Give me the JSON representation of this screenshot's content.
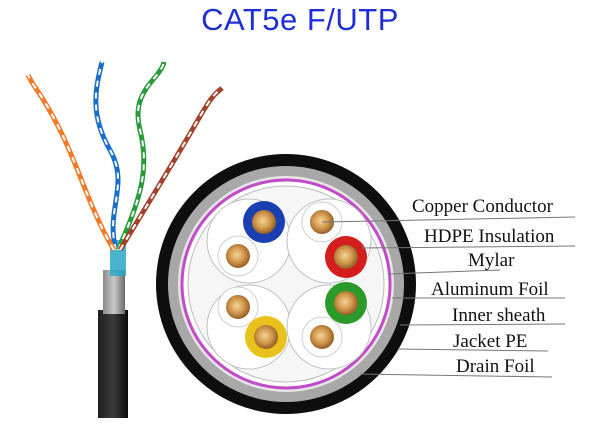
{
  "title": "CAT5e F/UTP",
  "labels": [
    {
      "key": "copper_conductor",
      "text": "Copper Conductor"
    },
    {
      "key": "hdpe_insulation",
      "text": "HDPE Insulation"
    },
    {
      "key": "mylar",
      "text": "Mylar"
    },
    {
      "key": "aluminum_foil",
      "text": "Aluminum Foil"
    },
    {
      "key": "inner_sheath",
      "text": "Inner sheath"
    },
    {
      "key": "jacket_pe",
      "text": "Jacket PE"
    },
    {
      "key": "drain_foil",
      "text": "Drain Foil"
    }
  ],
  "colors": {
    "title": "#1f2fd6",
    "jacket": "#111111",
    "inner_sheath": "#bdbdbd",
    "foil": "#d8d8d8",
    "mylar": "#c04cc8",
    "copper": "#c98a3e",
    "pair_colors": [
      "#1a3fb0",
      "#d41e1e",
      "#2a9a2a",
      "#e8c21a"
    ]
  }
}
